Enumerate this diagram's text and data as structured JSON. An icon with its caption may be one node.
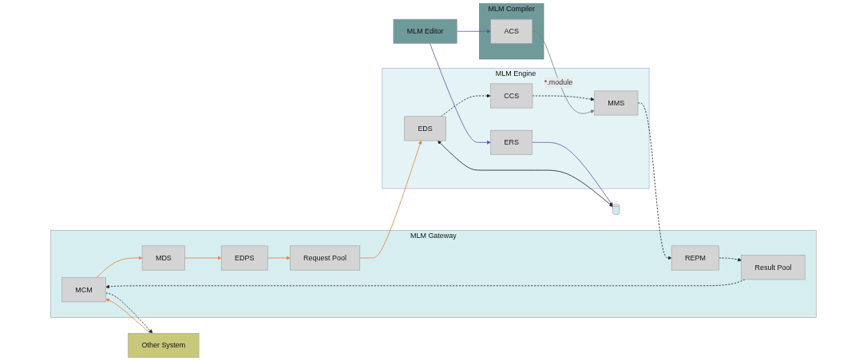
{
  "diagram": {
    "nodes": [
      {
        "text": [
          "MLM Gateway"
        ]
      },
      {
        "text": [
          "MCM"
        ],
        "in": 0
      },
      {
        "text": [
          "Result Pool"
        ],
        "in": 0
      },
      {
        "text": [
          "REPM"
        ],
        "in": 0
      },
      {
        "text": [
          "MDS"
        ],
        "in": 0
      },
      {
        "text": [
          "EDPS"
        ],
        "in": 0
      },
      {
        "text": [
          "Request Pool"
        ],
        "in": 0
      },
      {
        "text": [
          "Other System"
        ]
      },
      {
        "text": [
          "MLM Engine"
        ]
      },
      {
        "text": [
          "ERS"
        ],
        "in": 8
      },
      {
        "text": [
          "EDS"
        ],
        "in": 8
      },
      {
        "text": [
          "CCS"
        ],
        "in": 8
      },
      {
        "text": [
          "MMS"
        ],
        "in": 8
      },
      {
        "text": [],
        "shape": "cylinder"
      },
      {
        "text": [
          "MLM Editor"
        ]
      },
      {
        "text": [
          "MLM Compiler"
        ]
      },
      {
        "text": [
          "ACS"
        ],
        "in": 15
      }
    ],
    "edges": [
      {
        "from": 7,
        "to": 1,
        "arrow": "to",
        "color": "#f08040"
      },
      {
        "from": 1,
        "to": 7,
        "arrow": "to",
        "style": "dashed"
      },
      {
        "from": 2,
        "to": 1,
        "arrow": "to",
        "style": "dashed"
      },
      {
        "from": 3,
        "to": 2,
        "arrow": "to",
        "style": "dashed"
      },
      {
        "from": 12,
        "to": 3,
        "arrow": "to",
        "style": "dashed"
      },
      {
        "from": 1,
        "to": 4,
        "arrow": "to",
        "color": "#f08040"
      },
      {
        "from": 4,
        "to": 5,
        "arrow": "to",
        "color": "#f08040"
      },
      {
        "from": 5,
        "to": 6,
        "arrow": "to",
        "color": "#f08040"
      },
      {
        "from": 6,
        "to": 10,
        "arrow": "to",
        "color": "#f08040"
      },
      {
        "from": 14,
        "to": 9,
        "arrow": "to",
        "color": "#5a5ab0"
      },
      {
        "from": 9,
        "to": 13,
        "arrow": "to",
        "color": "#5a5ab0"
      },
      {
        "from": 10,
        "to": 13,
        "arrow": "both"
      },
      {
        "from": 10,
        "to": 11,
        "arrow": "to",
        "style": "dashed"
      },
      {
        "from": 11,
        "to": 12,
        "arrow": "to",
        "style": "dashed"
      },
      {
        "from": 14,
        "to": 16,
        "arrow": "to",
        "color": "#5a5ab0"
      },
      {
        "from": 16,
        "to": 12,
        "arrow": "to",
        "label": "*.module",
        "color": "#808080"
      }
    ]
  }
}
